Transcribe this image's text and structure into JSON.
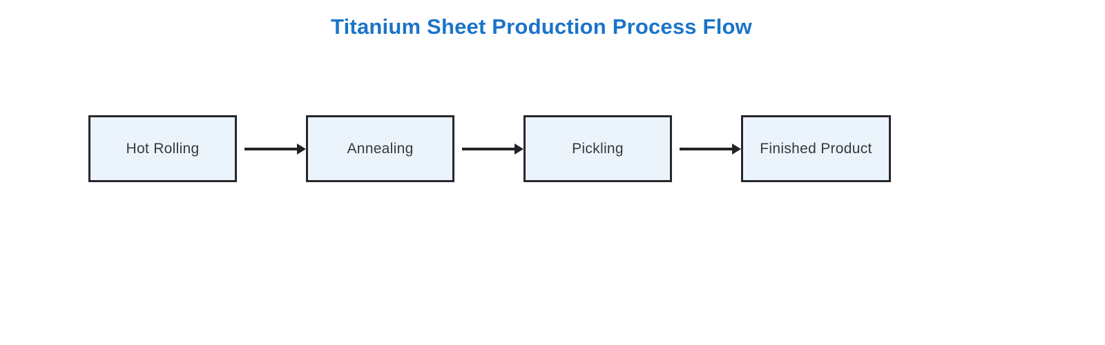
{
  "title": "Titanium Sheet Production Process Flow",
  "flow": {
    "nodes": [
      {
        "id": "hot-rolling",
        "label": "Hot Rolling"
      },
      {
        "id": "annealing",
        "label": "Annealing"
      },
      {
        "id": "pickling",
        "label": "Pickling"
      },
      {
        "id": "finished-product",
        "label": "Finished Product"
      }
    ],
    "connections": [
      {
        "from": "Hot Rolling",
        "to": "Annealing"
      },
      {
        "from": "Annealing",
        "to": "Pickling"
      },
      {
        "from": "Pickling",
        "to": "Finished Product"
      }
    ]
  },
  "colors": {
    "background": "#ffffff",
    "title_text": "#1b74c8",
    "node_fill": "#ebf3fb",
    "node_border": "#26262b",
    "node_text": "#333a42",
    "arrow": "#222226"
  }
}
